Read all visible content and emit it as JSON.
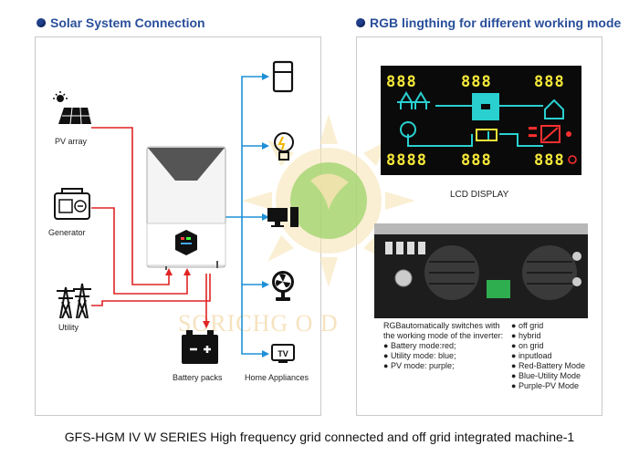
{
  "left": {
    "title": "Solar System Connection",
    "labels": {
      "pv": "PV array",
      "generator": "Generator",
      "utility": "Utility",
      "battery": "Battery packs",
      "appliances": "Home Appliances"
    }
  },
  "right": {
    "title": "RGB lingthing for different working mode",
    "lcd_label": "LCD DISPLAY",
    "lcd_readouts": [
      "888",
      "888",
      "888",
      "8888",
      "888",
      "888"
    ],
    "desc_line1": "RGBautomatically switches with",
    "desc_line2": "the working mode of the inverter:",
    "color_modes": [
      "Battery mode:red;",
      "Utility mode: blue;",
      "PV mode: purple;"
    ],
    "working_modes": [
      "off grid",
      "hybrid",
      "on grid",
      "inputload",
      "Red-Battery Mode",
      "Blue-Utility Mode",
      "Purple-PV Mode"
    ]
  },
  "watermark": "SORICHG O D",
  "caption": "GFS-HGM IV W SERIES High frequency grid connected and off grid integrated machine-1",
  "colors": {
    "title_blue": "#2a4f9a",
    "red_wire": "#e02424",
    "blue_wire": "#1e90d6"
  }
}
